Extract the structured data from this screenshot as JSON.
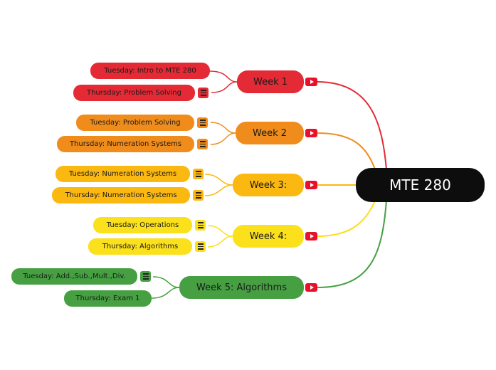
{
  "root": {
    "label": "MTE 280"
  },
  "colors": {
    "week1": "#e32a35",
    "week2": "#f08c1c",
    "week3": "#fbb810",
    "week4": "#fbe01c",
    "week5": "#46a042",
    "root": "#0d0d0d",
    "video": "#e8102a"
  },
  "weeks": [
    {
      "label": "Week 1",
      "items": [
        "Tuesday: Intro to MTE 280",
        "Thursday: Problem Solving"
      ]
    },
    {
      "label": "Week 2",
      "items": [
        "Tuesday: Problem Solving",
        "Thursday: Numeration Systems"
      ]
    },
    {
      "label": "Week 3:",
      "items": [
        "Tuesday: Numeration Systems",
        "Thursday: Numeration Systems"
      ]
    },
    {
      "label": "Week 4:",
      "items": [
        "Tuesday: Operations",
        "Thursday: Algorithms"
      ]
    },
    {
      "label": "Week 5: Algorithms",
      "items": [
        "Tuesday: Add.,Sub.,Mult.,Div.",
        "Thursday: Exam 1"
      ]
    }
  ],
  "icons": {
    "video": "youtube-play-icon",
    "note": "note-lines-icon"
  }
}
